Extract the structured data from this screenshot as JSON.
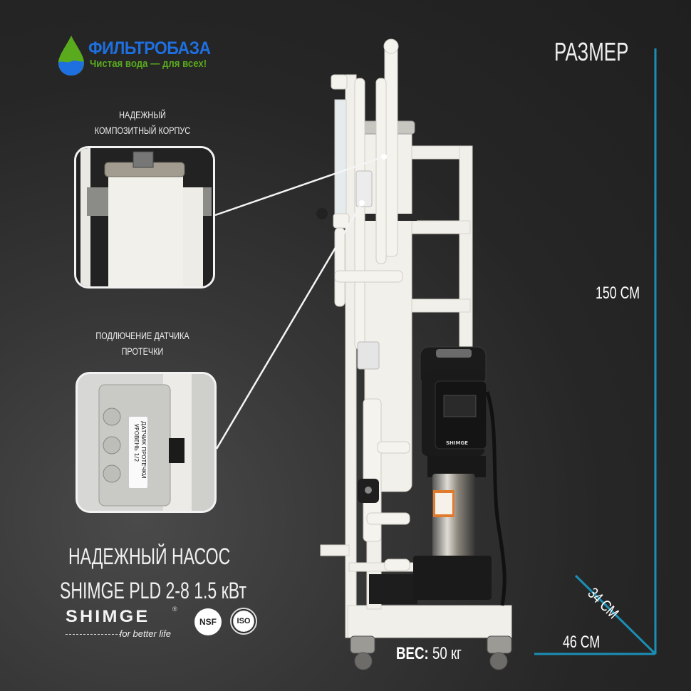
{
  "brand": {
    "name": "ФИЛЬТРОБАЗА",
    "slogan": "Чистая вода — для всех!",
    "colors": {
      "name": "#1e6fe0",
      "slogan": "#5aaa1e",
      "drop_top": "#5aaa1e",
      "drop_bottom": "#1e6fe0"
    }
  },
  "callouts": [
    {
      "caption_line1": "НАДЕЖНЫЙ",
      "caption_line2": "КОМПОЗИТНЫЙ КОРПУС",
      "image": "composite-housing-closeup"
    },
    {
      "caption_line1": "ПОДЛЮЧЕНИЕ ДАТЧИКА",
      "caption_line2": "ПРОТЕЧКИ",
      "image": "leak-sensor-box-closeup",
      "label_line1": "УРОВЕНЬ 1/2",
      "label_line2": "ДАТЧИК ПРОТЕЧКИ"
    }
  ],
  "pump": {
    "title_line1": "НАДЕЖНЫЙ НАСОС",
    "title_line2": "SHIMGE PLD 2-8 1.5 кВт",
    "brand_logo": "SHIMGE",
    "brand_reg": "®",
    "brand_tagline": "for better life",
    "pump_plate": "SHIMGE",
    "certifications": [
      "NSF",
      "ISO"
    ]
  },
  "dimensions": {
    "title": "РАЗМЕР",
    "height": "150 СМ",
    "depth": "34 СМ",
    "width": "46 СМ",
    "line_color": "#1a8fb5"
  },
  "weight": {
    "label": "ВЕС:",
    "value": "50 кг"
  }
}
